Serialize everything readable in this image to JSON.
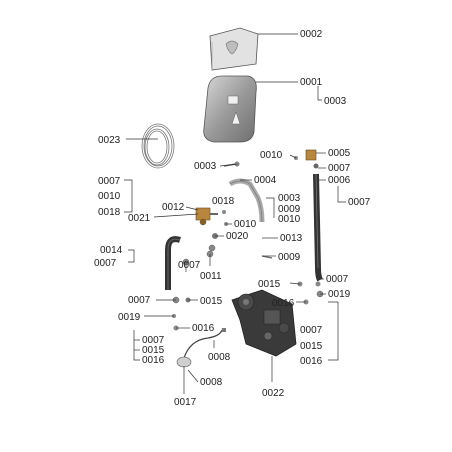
{
  "labels": {
    "p0002": "0002",
    "p0001": "0001",
    "p0003_top": "0003",
    "p0023": "0023",
    "p0003_mid": "0003",
    "p0004": "0004",
    "p0010_right": "0010",
    "p0005": "0005",
    "p0007_right1": "0007",
    "p0006": "0006",
    "p0007_right2": "0007",
    "p0007_left1": "0007",
    "p0010_left1": "0010",
    "p0018_left1": "0018",
    "p0021": "0021",
    "p0012": "0012",
    "p0018_mid": "0018",
    "p0010_mid": "0010",
    "p0003_grp": "0003",
    "p0009_grp": "0009",
    "p0010_grp": "0010",
    "p0020": "0020",
    "p0013": "0013",
    "p0014": "0014",
    "p0007_left2": "0007",
    "p0007_mid": "0007",
    "p0011": "0011",
    "p0009_mid": "0009",
    "p0015_right": "0015",
    "p0007_right3": "0007",
    "p0019_right": "0019",
    "p0016_right": "0016",
    "p0007_left3": "0007",
    "p0015_left": "0015",
    "p0019_left": "0019",
    "p0016_left": "0016",
    "p0007_grpR": "0007",
    "p0015_grpR": "0015",
    "p0016_grpR": "0016",
    "p0007_grpL": "0007",
    "p0015_grpL": "0015",
    "p0016_grpL": "0016",
    "p0008_mid": "0008",
    "p0008_low": "0008",
    "p0017": "0017",
    "p0022": "0022"
  }
}
